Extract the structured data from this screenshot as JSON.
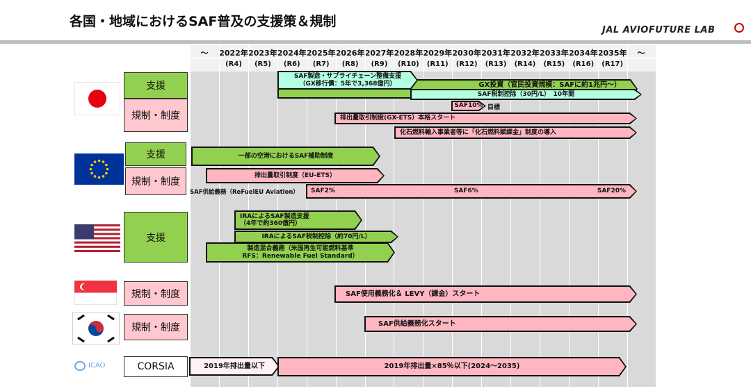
{
  "title": "各国・地域におけるSAF普及の支援策＆規制",
  "logo": "JAL AVIOFUTURE LAB",
  "timeline": {
    "start": "～",
    "end": "～",
    "years": [
      "2022年",
      "2023年",
      "2024年",
      "2025年",
      "2026年",
      "2027年",
      "2028年",
      "2029年",
      "2030年",
      "2031年",
      "2032年",
      "2033年",
      "2034年",
      "2035年"
    ],
    "reiwa": [
      "(R4)",
      "(R5)",
      "(R6)",
      "(R7)",
      "(R8)",
      "(R9)",
      "(R10)",
      "(R11)",
      "(R12)",
      "(R13)",
      "(R14)",
      "(R15)",
      "(R16)",
      "(R17)"
    ]
  },
  "colors": {
    "support": "#92d050",
    "regulation": "#ffc7ce",
    "mint": "#b3ffe0"
  },
  "regions": {
    "japan": {
      "flag": "japan-flag",
      "support": "支援",
      "regulation": "規制・制度",
      "bars": {
        "supply_chain": "SAF製造・サプライチェーン整備支援\n（GX移行債：5年で3,368億円）",
        "gx": "GX投資（官民投資規模：SAFに約1兆円～）",
        "tax": "SAF税制控除（30円/L）　10年間",
        "saf10": "SAF10%",
        "target": "目標",
        "gxets": "排出量取引制度(GX-ETS）本格スタート",
        "fossil": "化石燃料輸入事業者等に「化石燃料賦課金」制度の導入"
      }
    },
    "eu": {
      "flag": "eu-flag",
      "support": "支援",
      "regulation": "規制・制度",
      "bars": {
        "airport": "一部の空港におけるSAF補助制度",
        "ets": "排出量取引制度（EU-ETS）",
        "refuel_label": "SAF供給義務（ReFuelEU Aviation）",
        "saf2": "SAF2%",
        "saf6": "SAF6%",
        "saf20": "SAF20%"
      }
    },
    "usa": {
      "flag": "us-flag",
      "support": "支援",
      "bars": {
        "ira1": "IRAによるSAF製造支援\n（4年で約360億円）",
        "ira2": "IRAによるSAF税制控除（約70円/L）",
        "rfs": "製造混合義務（米国再生可能燃料基準\nRFS：Renewable Fuel Standard）"
      }
    },
    "singapore": {
      "flag": "singapore-flag",
      "regulation": "規制・制度",
      "bars": {
        "levy": "SAF使用義務化＆ LEVY（課金）スタート"
      }
    },
    "korea": {
      "flag": "korea-flag",
      "regulation": "規制・制度",
      "bars": {
        "mandate": "SAF供給義務化スタート"
      }
    },
    "icao": {
      "logo": "ICAO",
      "category": "CORSIA",
      "bars": {
        "baseline": "2019年排出量以下",
        "target": "2019年排出量×85％以下(2024～2035)"
      }
    }
  }
}
